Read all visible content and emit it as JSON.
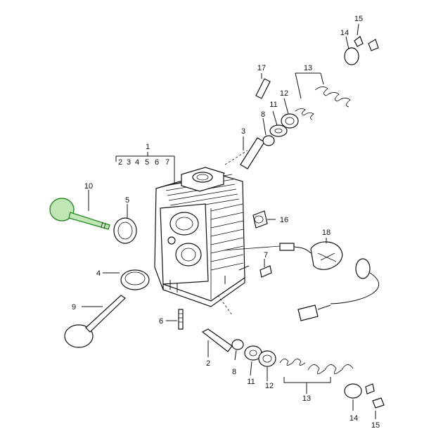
{
  "callouts": {
    "c1": "1",
    "c1_sub": [
      "2",
      "3",
      "4",
      "5",
      "6",
      "7"
    ],
    "c2": "2",
    "c3": "3",
    "c4": "4",
    "c5": "5",
    "c6": "6",
    "c7": "7",
    "c8_top": "8",
    "c8_bottom": "8",
    "c9": "9",
    "c10": "10",
    "c11_top": "11",
    "c11_bottom": "11",
    "c12_top": "12",
    "c12_bottom": "12",
    "c13_top": "13",
    "c13_bottom": "13",
    "c14_top": "14",
    "c14_bottom": "14",
    "c15_top": "15",
    "c15_bottom": "15",
    "c16": "16",
    "c17": "17",
    "c18": "18"
  },
  "highlight_color": "#bfe6b4"
}
